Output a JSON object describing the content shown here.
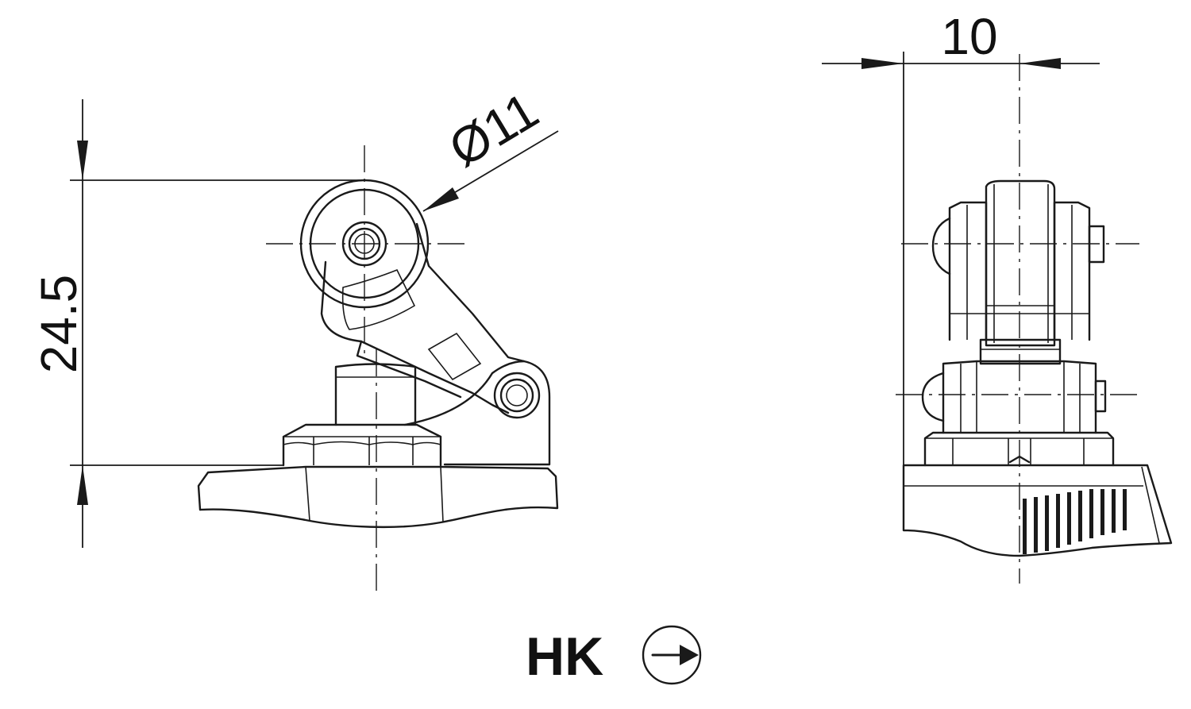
{
  "dimensions": {
    "height_label": "24.5",
    "diameter_label": "Ø11",
    "width_label": "10"
  },
  "caption": {
    "code": "HK",
    "direction_icon": "circled-right-arrow-icon"
  },
  "colors": {
    "line": "#1a1a1a",
    "background": "#ffffff"
  }
}
